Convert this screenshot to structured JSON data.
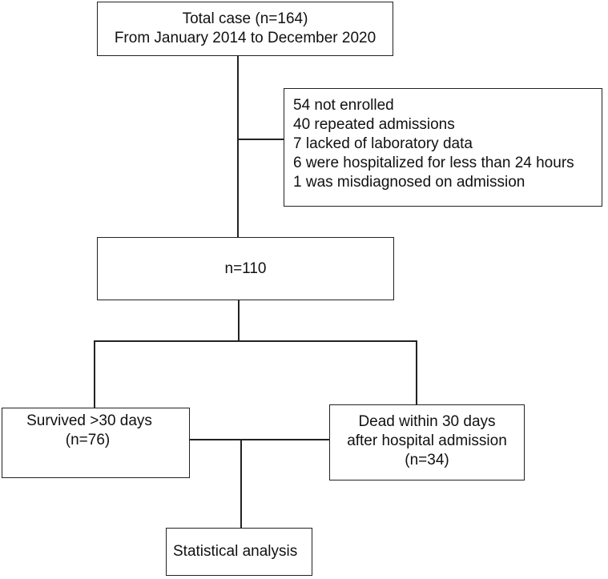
{
  "flowchart": {
    "total": {
      "line1": "Total case (n=164)",
      "line2": "From January 2014 to December 2020"
    },
    "excluded": {
      "items": [
        "54 not enrolled",
        "40 repeated admissions",
        "7 lacked of laboratory data",
        "6 were hospitalized for less than 24 hours",
        "1 was misdiagnosed on admission"
      ]
    },
    "included": {
      "label": "n=110"
    },
    "survived": {
      "line1": "Survived >30 days",
      "line2": "(n=76)"
    },
    "dead": {
      "line1": "Dead within 30 days",
      "line2": "after hospital admission",
      "line3": "(n=34)"
    },
    "analysis": {
      "label": "Statistical analysis"
    }
  }
}
